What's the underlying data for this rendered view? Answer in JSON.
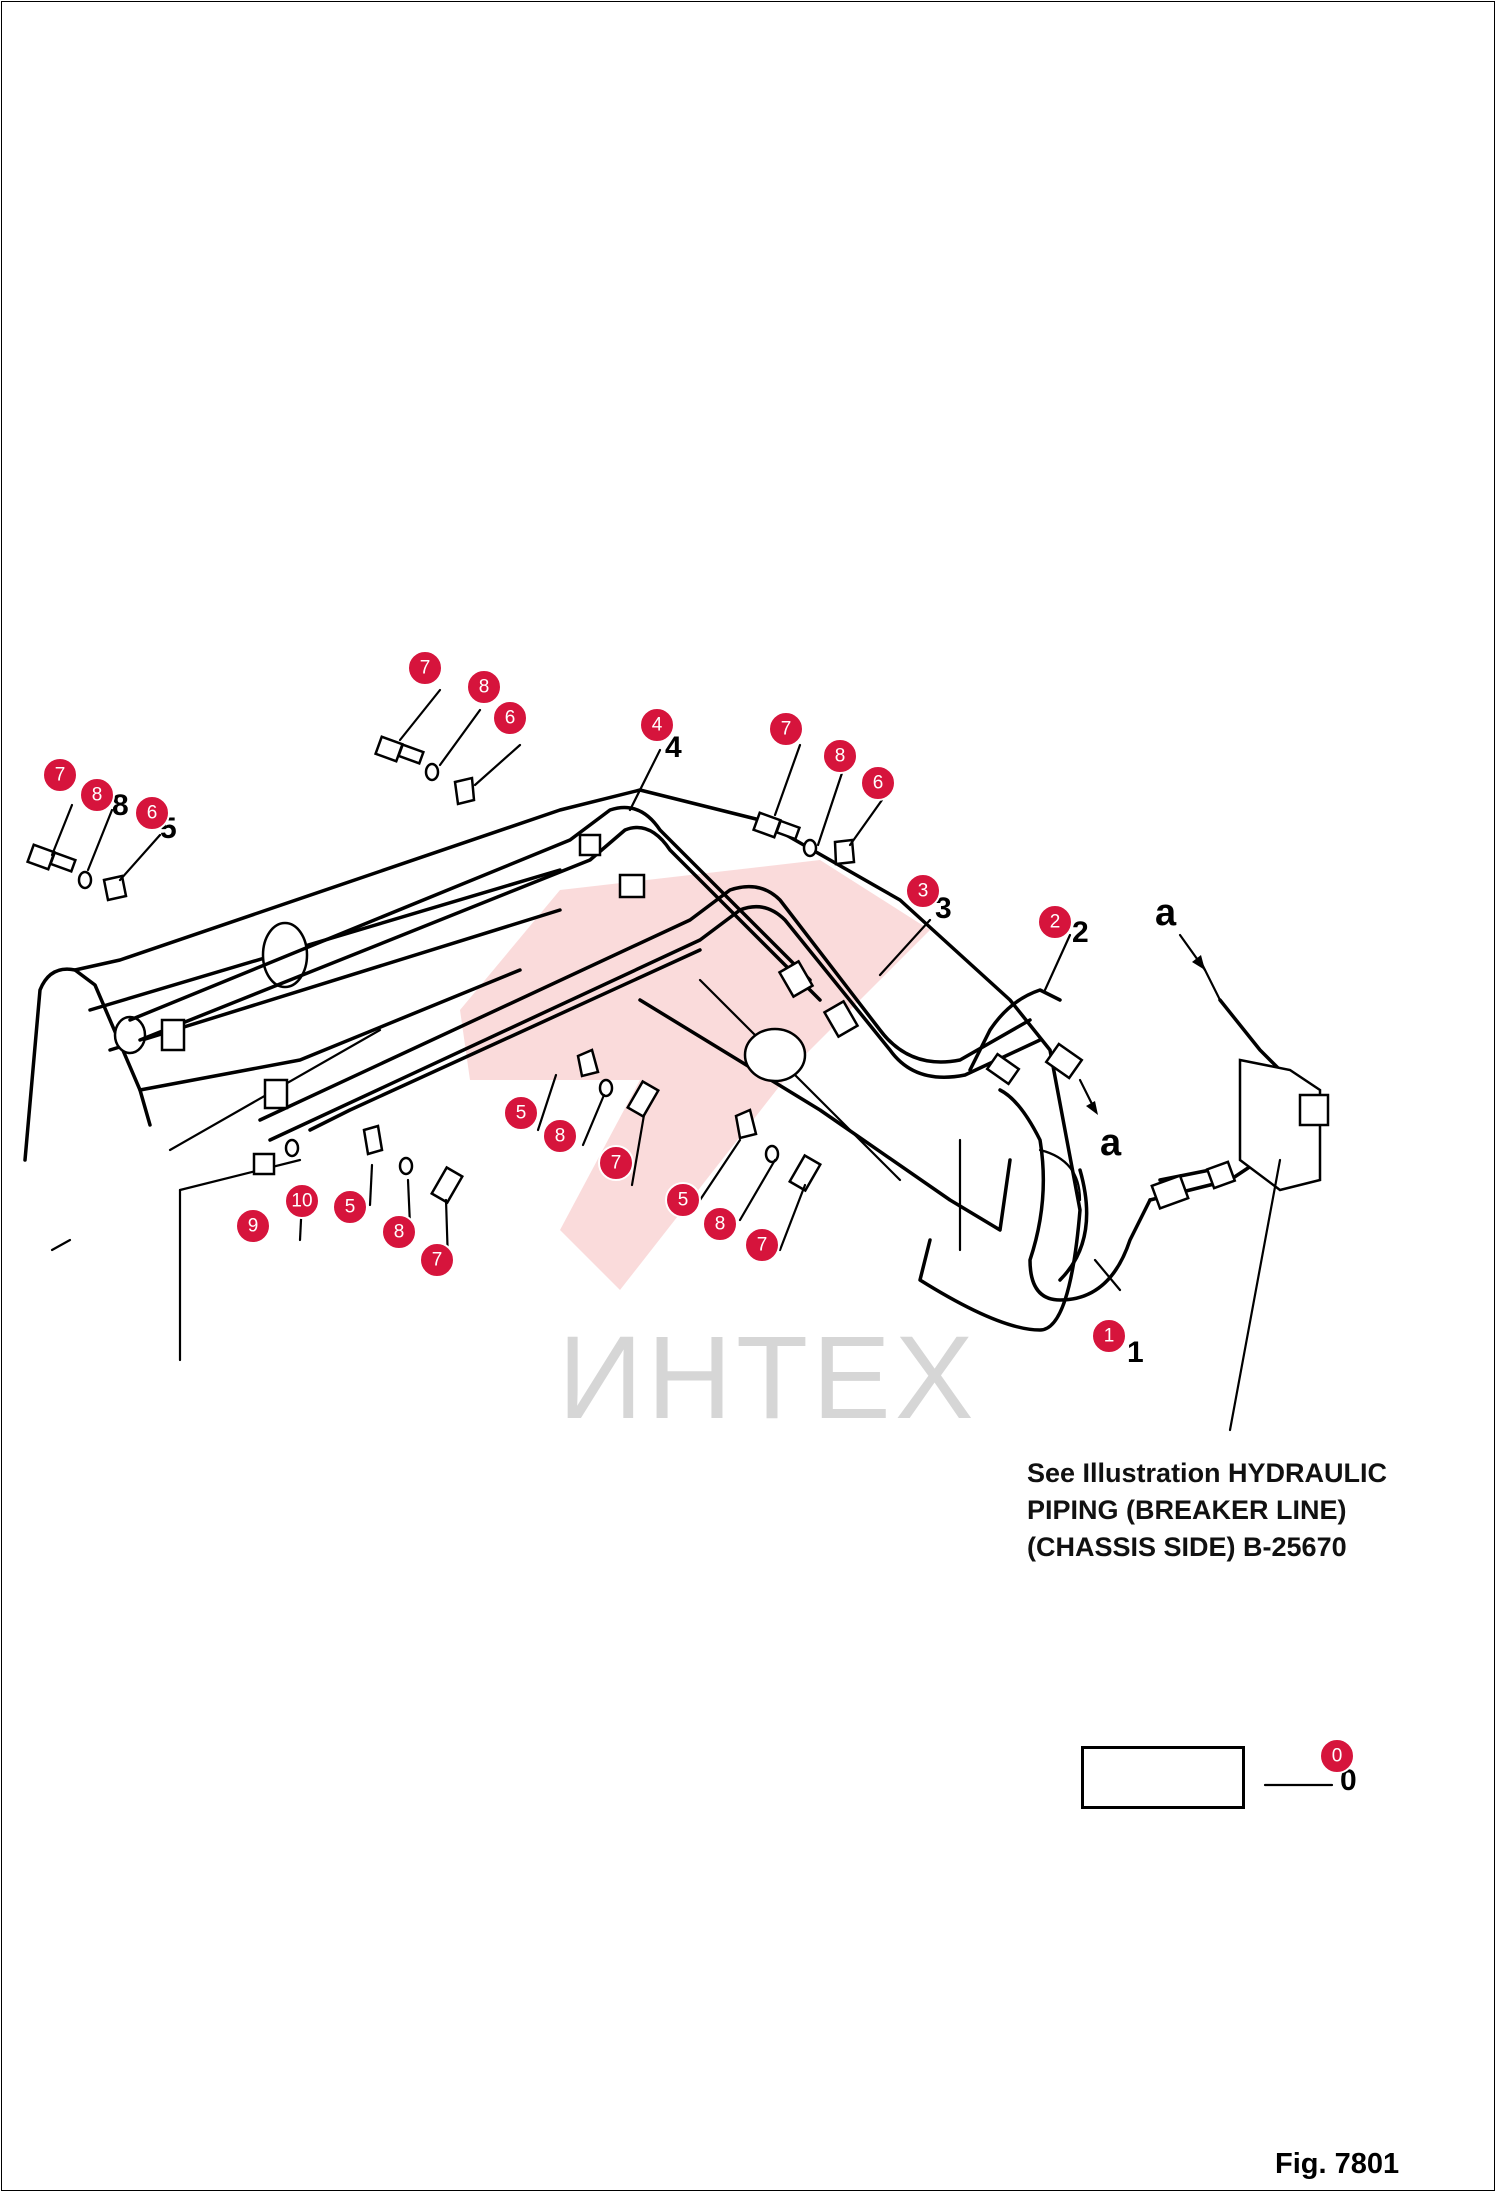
{
  "figure_label": "Fig. 7801",
  "note_lines": [
    "See Illustration HYDRAULIC",
    "PIPING (BREAKER LINE)",
    "(CHASSIS SIDE) B-25670"
  ],
  "watermark": "ИНТЕХ",
  "arrow_labels": [
    "a",
    "a"
  ],
  "legend_value": "0",
  "callout_color": "#d6143c",
  "callouts": [
    {
      "id": "7",
      "label": "7"
    },
    {
      "id": "8",
      "label": "8"
    },
    {
      "id": "6",
      "label": "6"
    },
    {
      "id": "4",
      "label": "4"
    },
    {
      "id": "7",
      "label": "7"
    },
    {
      "id": "8",
      "label": "8"
    },
    {
      "id": "6",
      "label": "6"
    },
    {
      "id": "7",
      "label": "7"
    },
    {
      "id": "8",
      "label": "8"
    },
    {
      "id": "6",
      "label": "6"
    },
    {
      "id": "3",
      "label": "3"
    },
    {
      "id": "2",
      "label": "2"
    },
    {
      "id": "5",
      "label": "5"
    },
    {
      "id": "8",
      "label": "8"
    },
    {
      "id": "7",
      "label": "7"
    },
    {
      "id": "5",
      "label": "5"
    },
    {
      "id": "8",
      "label": "8"
    },
    {
      "id": "7",
      "label": "7"
    },
    {
      "id": "9",
      "label": "9"
    },
    {
      "id": "10",
      "label": "10"
    },
    {
      "id": "5",
      "label": "5"
    },
    {
      "id": "8",
      "label": "8"
    },
    {
      "id": "7",
      "label": "7"
    },
    {
      "id": "1",
      "label": "1"
    },
    {
      "id": "0",
      "label": "0"
    }
  ]
}
